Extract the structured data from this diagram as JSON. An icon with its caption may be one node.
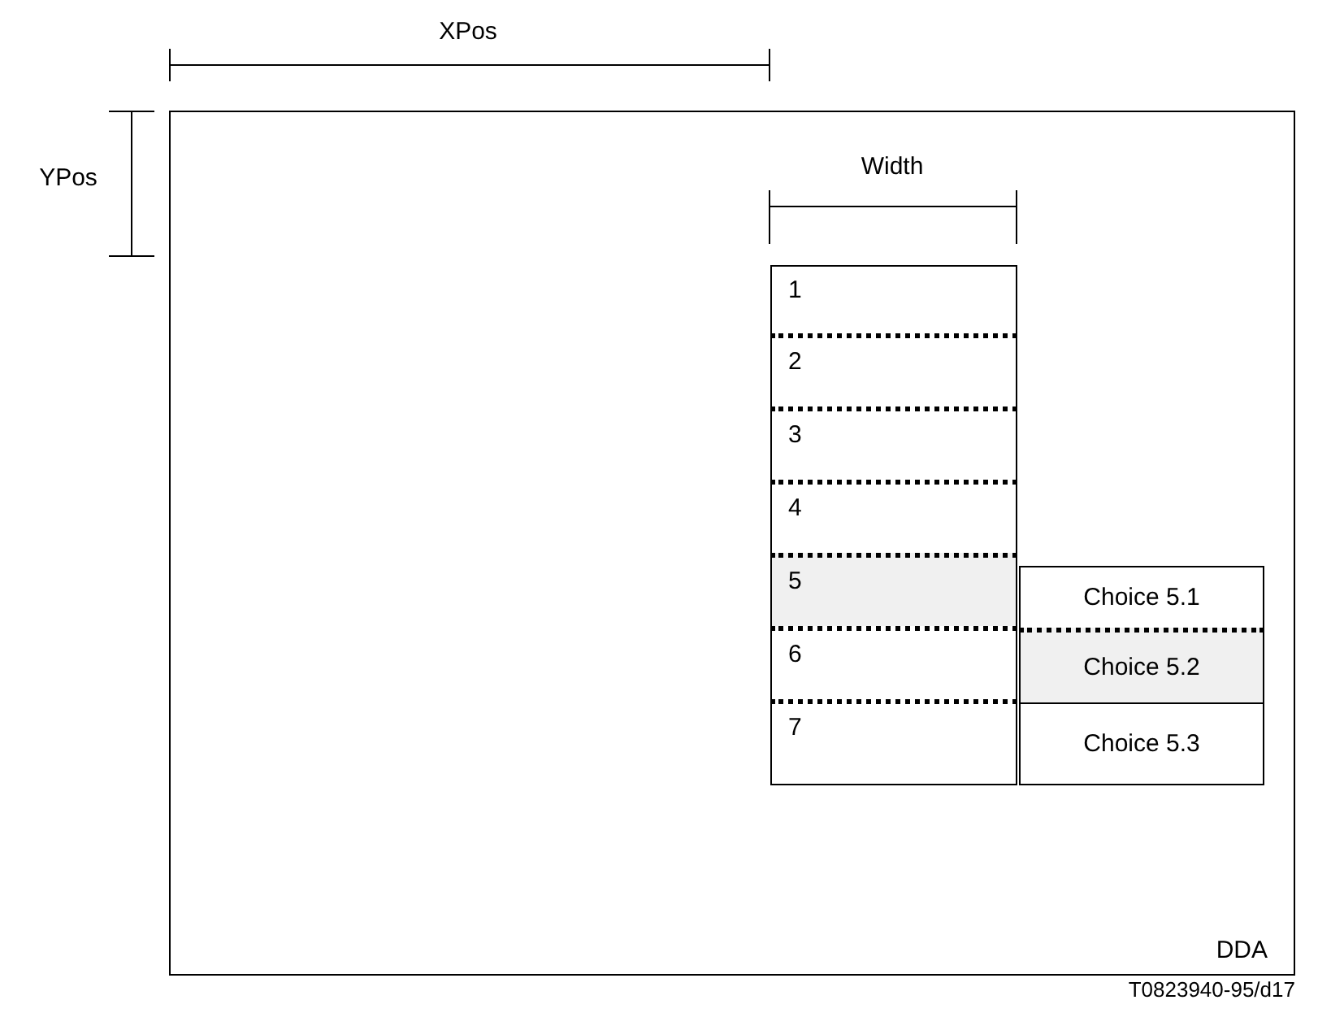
{
  "diagram": {
    "nodes": [
      {
        "text": [
          "DDA"
        ]
      },
      {
        "text": [
          "1"
        ],
        "in": 0
      },
      {
        "text": [
          "2"
        ],
        "in": 0
      },
      {
        "text": [
          "3"
        ],
        "in": 0
      },
      {
        "text": [
          "4"
        ],
        "in": 0
      },
      {
        "text": [
          "5"
        ],
        "in": 0
      },
      {
        "text": [
          "6"
        ],
        "in": 0
      },
      {
        "text": [
          "7"
        ],
        "in": 0
      },
      {
        "text": [
          "Choice 5.1"
        ],
        "in": 0
      },
      {
        "text": [
          "Choice 5.2"
        ],
        "in": 0
      },
      {
        "text": [
          "Choice 5.3"
        ],
        "in": 0
      }
    ],
    "edges": [],
    "labels": [
      "XPos",
      "YPos",
      "Width",
      "T0823940-95/d17"
    ]
  }
}
